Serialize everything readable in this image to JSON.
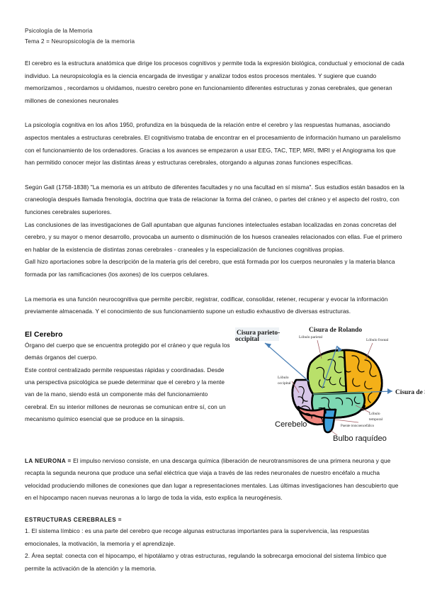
{
  "document": {
    "course": "Psicología de la Memoria",
    "topic": "Tema 2 = Neuropsicología de la memoria"
  },
  "body": {
    "p1": "El cerebro es la estructura anatómica que dirige los procesos cognitivos y permite toda la expresión biológica, conductual y emocional de cada individuo. La neuropsicología es la ciencia encargada de investigar y analizar todos estos procesos mentales. Y sugiere que cuando memorizamos , recordamos u olvidamos, nuestro cerebro pone en funcionamiento diferentes estructuras y zonas cerebrales, que generan millones de conexiones neuronales",
    "p2": "La psicología cognitiva en los años 1950, profundiza en la búsqueda de la relación entre el cerebro y las respuestas humanas, asociando aspectos mentales a estructuras cerebrales. El cognitivismo trataba de encontrar en el procesamiento de información humano un paralelismo con el funcionamiento de los ordenadores. Gracias a los avances se empezaron a usar EEG, TAC, TEP, MRI, fMRI y el Angiograma los que han permitido conocer mejor las distintas áreas y estructuras cerebrales, otorgando a algunas zonas funciones específicas.",
    "p3a": "Según Gall (1758-1838) \"La memoria es un atributo de diferentes facultades y no una facultad en sí misma\". Sus estudios están basados en la craneología después llamada frenología, doctrina que trata de relacionar la forma del cráneo, o partes del cráneo y el aspecto del rostro, con funciones cerebrales superiores.",
    "p3b": "Las conclusiones de las investigaciones de Gall apuntaban que algunas funciones intelectuales estaban localizadas en zonas concretas del cerebro, y su mayor o menor desarrollo, provocaba un aumento o disminución de los huesos craneales relacionados con ellas. Fue el primero en hablar de la existencia de distintas zonas cerebrales - craneales y la especialización de funciones cognitivas propias.",
    "p3c": "Gall hizo aportaciones sobre la descripción de la materia gris del cerebro, que está formada por los cuerpos neuronales y la materia blanca formada por las ramificaciones (los axones) de los cuerpos celulares.",
    "p4": "La memoria es una función neurocognitiva que permite percibir, registrar, codificar, consolidar, retener, recuperar y evocar la información previamente almacenada. Y el conocimiento de sus funcionamiento supone un estudio exhaustivo de diversas estructuras."
  },
  "cerebro_section": {
    "title": "El Cerebro",
    "p1": "Órgano del cuerpo que se encuentra protegido por el cráneo y que regula los demás órganos del cuerpo.",
    "p2": "Este control centralizado permite respuestas rápidas y coordinadas. Desde una perspectiva psicológica se puede determinar que el cerebro y la mente van de la mano, siendo está un componente más del funcionamiento cerebral. En su interior millones de neuronas se comunican entre sí, con un mecanismo químico esencial que se produce en la sinapsis."
  },
  "brain_diagram": {
    "labels": {
      "cisura_parieto_occipital": "Cisura parieto-occipital",
      "cisura_rolando": "Cisura de Rolando",
      "cisura_silvio": "Cisura de Silvio",
      "lobulo_parietal": "Lóbulo parietal",
      "lobulo_frontal": "Lóbulo frontal",
      "lobulo_occipital": "Lóbulo occipital",
      "lobulo_temporal": "Lóbulo temporal",
      "cerebelo": "Cerebelo",
      "puente": "Puente troncoencefálico",
      "bulbo": "Bulbo raquídeo"
    },
    "colors": {
      "frontal": "#f4b018",
      "parietal": "#b9e06a",
      "temporal": "#7ed8b2",
      "occipital": "#d7c6e8",
      "cerebelo": "#f0877f",
      "bulbo": "#3ea0dc",
      "outline": "#000000",
      "arrow": "#4a7fb5",
      "leader": "#a05a60",
      "callout_bg": "#eef2f5"
    }
  },
  "neurona_section": {
    "label": "LA NEURONA =",
    "text": " El impulso nervioso consiste, en una descarga química (liberación de neurotransmisores de una primera neurona y que recapta la segunda neurona que produce una señal eléctrica que viaja a través de las redes neuronales de nuestro encéfalo a mucha velocidad produciendo millones de conexiones que dan lugar a representaciones mentales. Las últimas investigaciones han descubierto que en el hipocampo nacen nuevas neuronas a lo largo de toda la vida, esto explica la neurogénesis."
  },
  "estructuras_section": {
    "title": "ESTRUCTURAS CEREBRALES =",
    "item1": "1. El sistema límbico : es una parte del cerebro que recoge algunas estructuras importantes para la supervivencia, las respuestas emocionales, la motivación, la memoria y el aprendizaje.",
    "item2": "2. Área septal: conecta con el hipocampo, el hipotálamo y otras estructuras, regulando la sobrecarga emocional del sistema límbico que permite la activación de la atención y la memoria."
  }
}
